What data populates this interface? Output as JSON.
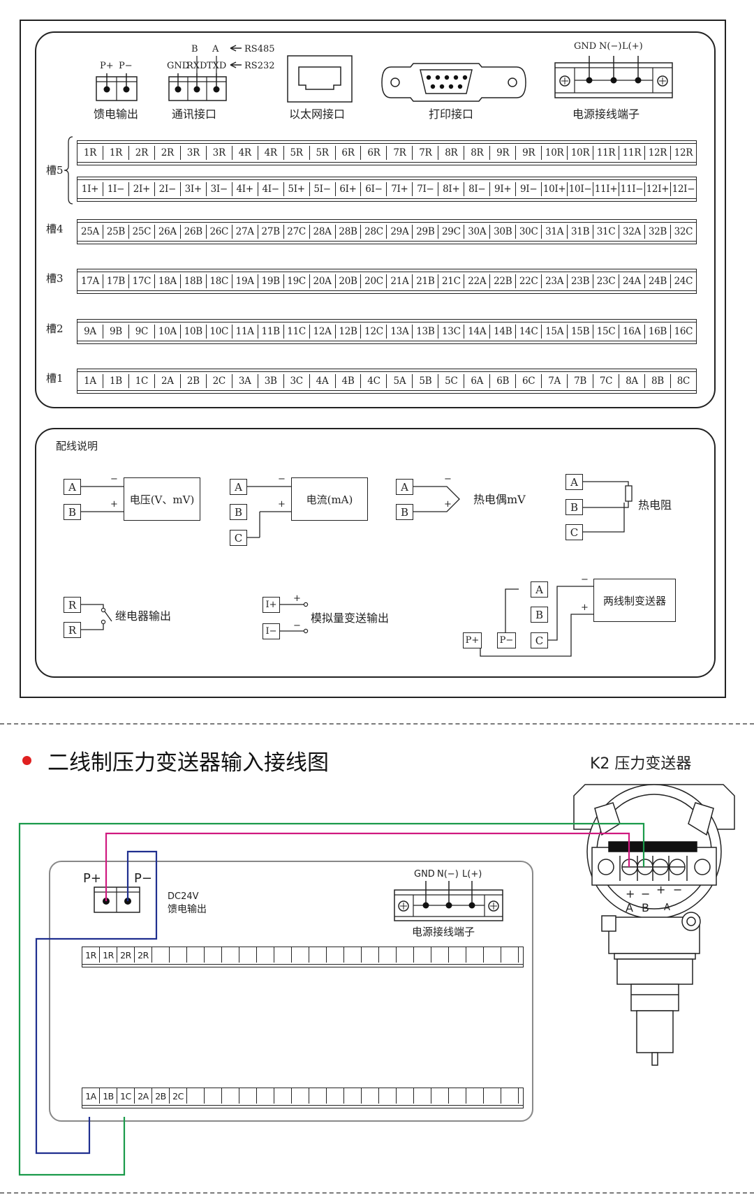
{
  "top_panel": {
    "feed_output": {
      "p_plus": "P+",
      "p_minus": "P−",
      "label": "馈电输出"
    },
    "comm": {
      "b": "B",
      "a": "A",
      "rs485": "RS485",
      "gnd": "GND",
      "rxd": "RXD",
      "txd": "TXD",
      "rs232": "RS232",
      "label": "通讯接口"
    },
    "ethernet": {
      "label": "以太网接口"
    },
    "print": {
      "label": "打印接口"
    },
    "power": {
      "gnd": "GND",
      "n": "N(−)",
      "l": "L(+)",
      "label": "电源接线端子"
    },
    "slots": [
      {
        "label": "槽5",
        "rows": [
          [
            "1R",
            "1R",
            "2R",
            "2R",
            "3R",
            "3R",
            "4R",
            "4R",
            "5R",
            "5R",
            "6R",
            "6R",
            "7R",
            "7R",
            "8R",
            "8R",
            "9R",
            "9R",
            "10R",
            "10R",
            "11R",
            "11R",
            "12R",
            "12R"
          ],
          [
            "1I+",
            "1I−",
            "2I+",
            "2I−",
            "3I+",
            "3I−",
            "4I+",
            "4I−",
            "5I+",
            "5I−",
            "6I+",
            "6I−",
            "7I+",
            "7I−",
            "8I+",
            "8I−",
            "9I+",
            "9I−",
            "10I+",
            "10I−",
            "11I+",
            "11I−",
            "12I+",
            "12I−"
          ]
        ]
      },
      {
        "label": "槽4",
        "rows": [
          [
            "25A",
            "25B",
            "25C",
            "26A",
            "26B",
            "26C",
            "27A",
            "27B",
            "27C",
            "28A",
            "28B",
            "28C",
            "29A",
            "29B",
            "29C",
            "30A",
            "30B",
            "30C",
            "31A",
            "31B",
            "31C",
            "32A",
            "32B",
            "32C"
          ]
        ]
      },
      {
        "label": "槽3",
        "rows": [
          [
            "17A",
            "17B",
            "17C",
            "18A",
            "18B",
            "18C",
            "19A",
            "19B",
            "19C",
            "20A",
            "20B",
            "20C",
            "21A",
            "21B",
            "21C",
            "22A",
            "22B",
            "22C",
            "23A",
            "23B",
            "23C",
            "24A",
            "24B",
            "24C"
          ]
        ]
      },
      {
        "label": "槽2",
        "rows": [
          [
            "9A",
            "9B",
            "9C",
            "10A",
            "10B",
            "10C",
            "11A",
            "11B",
            "11C",
            "12A",
            "12B",
            "12C",
            "13A",
            "13B",
            "13C",
            "14A",
            "14B",
            "14C",
            "15A",
            "15B",
            "15C",
            "16A",
            "16B",
            "16C"
          ]
        ]
      },
      {
        "label": "槽1",
        "rows": [
          [
            "1A",
            "1B",
            "1C",
            "2A",
            "2B",
            "2C",
            "3A",
            "3B",
            "3C",
            "4A",
            "4B",
            "4C",
            "5A",
            "5B",
            "5C",
            "6A",
            "6B",
            "6C",
            "7A",
            "7B",
            "7C",
            "8A",
            "8B",
            "8C"
          ]
        ]
      }
    ]
  },
  "wiring": {
    "title": "配线说明",
    "voltage": {
      "a": "A",
      "b": "B",
      "minus": "−",
      "plus": "+",
      "label": "电压(V、mV)"
    },
    "current": {
      "a": "A",
      "b": "B",
      "c": "C",
      "minus": "−",
      "plus": "+",
      "label": "电流(mA)"
    },
    "thermocouple": {
      "a": "A",
      "b": "B",
      "minus": "−",
      "plus": "+",
      "label": "热电偶mV"
    },
    "rtd": {
      "a": "A",
      "b": "B",
      "c": "C",
      "label": "热电阻"
    },
    "relay": {
      "r1": "R",
      "r2": "R",
      "label": "继电器输出"
    },
    "analog": {
      "iplus": "I+",
      "iminus": "I−",
      "plus": "+",
      "minus": "−",
      "label": "模拟量变送输出"
    },
    "two_wire": {
      "a": "A",
      "b": "B",
      "c": "C",
      "p_plus": "P+",
      "p_minus": "P−",
      "minus": "−",
      "plus": "+",
      "label": "两线制变送器"
    }
  },
  "section2": {
    "title": "二线制压力变送器输入接线图",
    "k2_label": "K2 压力变送器",
    "p_plus": "P+",
    "p_minus": "P−",
    "dc24v": "DC24V",
    "feed_output": "馈电输出",
    "power": {
      "gnd": "GND",
      "n": "N(−)",
      "l": "L(+)",
      "label": "电源接线端子"
    },
    "top_strip": [
      "1R",
      "1R",
      "2R",
      "2R"
    ],
    "bottom_strip": [
      "1A",
      "1B",
      "1C",
      "2A",
      "2B",
      "2C"
    ],
    "transmitter_terms": {
      "plus1": "+",
      "minus1": "−",
      "plus2": "+",
      "minus2": "−",
      "a": "A",
      "b": "B",
      "a2": "A"
    }
  },
  "colors": {
    "green": "#1a9a4a",
    "magenta": "#d0197f",
    "blue": "#1f2f8f",
    "red_bullet": "#e02020"
  }
}
